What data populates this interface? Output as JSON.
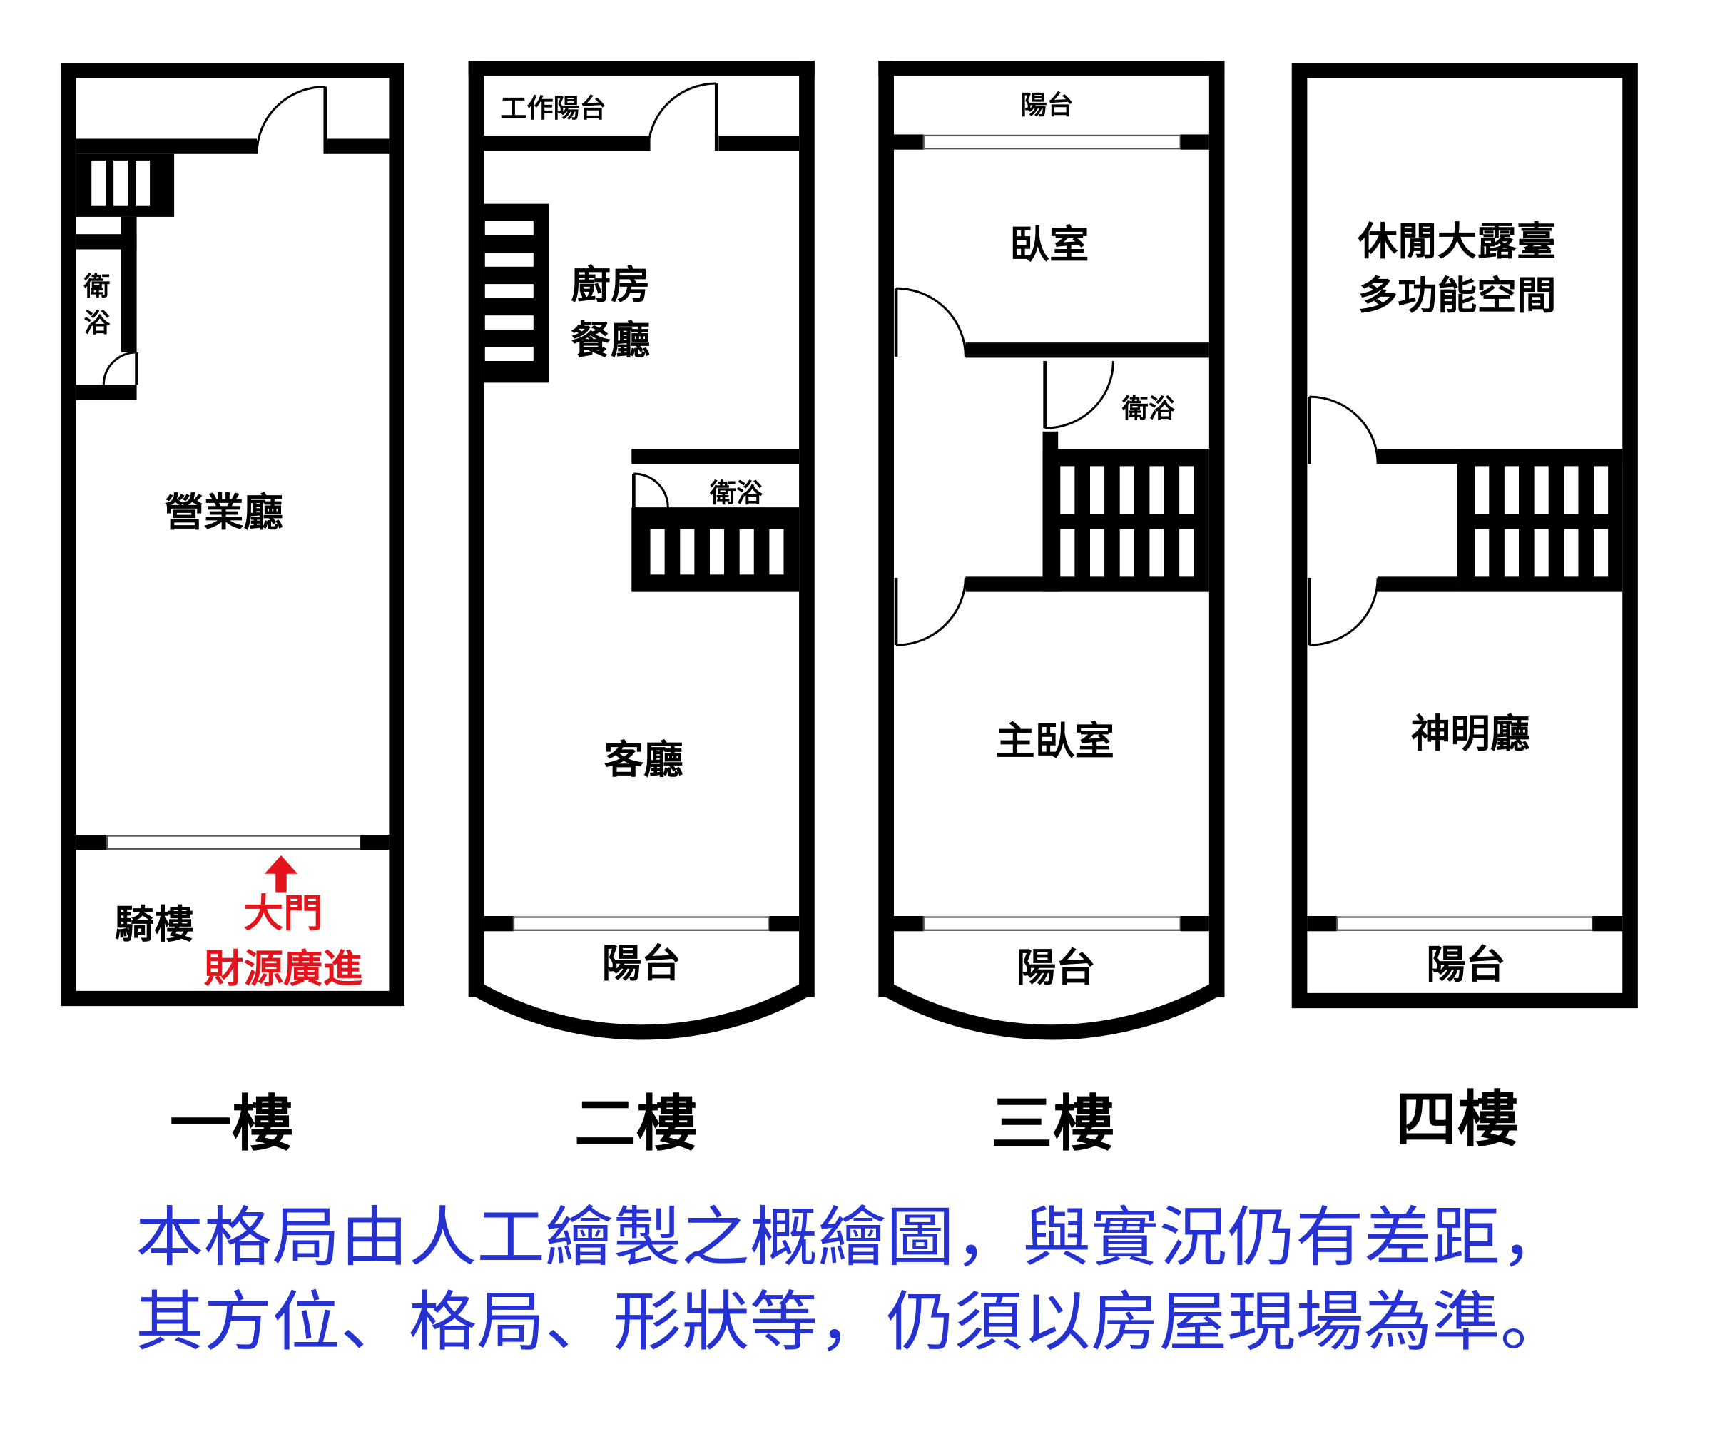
{
  "floor1": {
    "title": "一樓",
    "bathroom": "衛浴",
    "business_hall": "營業廳",
    "arcade": "騎樓",
    "main_door": "大門",
    "main_door_slogan": "財源廣進"
  },
  "floor2": {
    "title": "二樓",
    "work_balcony": "工作陽台",
    "kitchen": "廚房",
    "dining_room": "餐廳",
    "bathroom": "衛浴",
    "living_room": "客廳",
    "balcony": "陽台"
  },
  "floor3": {
    "title": "三樓",
    "rear_balcony": "陽台",
    "bedroom": "臥室",
    "bathroom": "衛浴",
    "master_bedroom": "主臥室",
    "balcony": "陽台"
  },
  "floor4": {
    "title": "四樓",
    "terrace_line1": "休閒大露臺",
    "terrace_line2": "多功能空間",
    "shrine_hall": "神明廳",
    "balcony": "陽台"
  },
  "disclaimer": {
    "line1": "本格局由人工繪製之概繪圖，與實況仍有差距，",
    "line2": "其方位、格局、形狀等，仍須以房屋現場為準。"
  },
  "icons": {
    "entrance": "arrow-up-icon"
  },
  "colors": {
    "highlight": "#e3141c",
    "disclaimer": "#2631d2"
  }
}
